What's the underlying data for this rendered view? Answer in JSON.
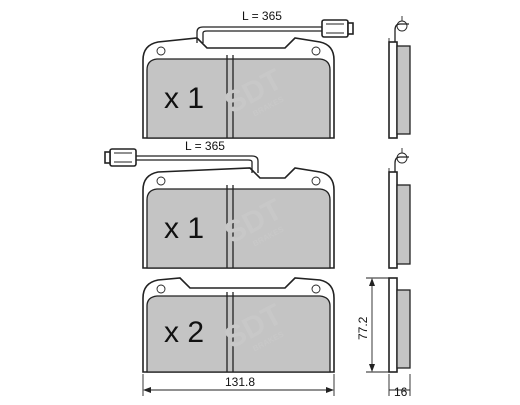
{
  "pads": [
    {
      "quantity_label": "x 1",
      "wire_label": "L = 365",
      "has_sensor": true
    },
    {
      "quantity_label": "x 1",
      "wire_label": "L = 365",
      "has_sensor": true
    },
    {
      "quantity_label": "x 2",
      "has_sensor": false
    }
  ],
  "dimensions": {
    "width": "131.8",
    "height": "77.2",
    "thickness": "16"
  },
  "watermark": {
    "brand": "SDT",
    "sub": "BRAKES"
  },
  "colors": {
    "friction_fill": "#c4c4c4",
    "outline": "#222222",
    "background": "#ffffff"
  }
}
